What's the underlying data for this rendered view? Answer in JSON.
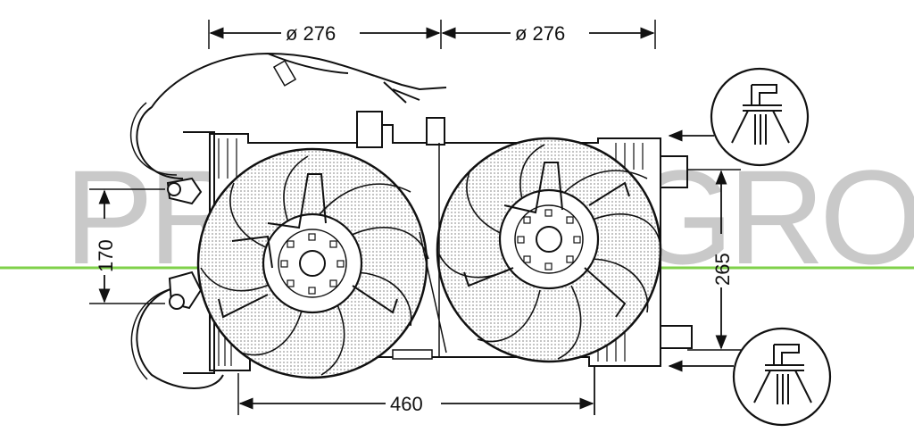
{
  "dimensions": {
    "fan_left_diameter": "ø 276",
    "fan_right_diameter": "ø 276",
    "left_height": "170",
    "right_height": "265",
    "overall_width": "460"
  },
  "watermark": "PRASCO GROUP",
  "colors": {
    "line": "#111111",
    "watermark": "#c9c9c9",
    "guide_line": "#7fd14a",
    "dot": "#bbbbbb"
  },
  "icons": [
    "mounting-bracket-icon",
    "mounting-bracket-icon"
  ]
}
